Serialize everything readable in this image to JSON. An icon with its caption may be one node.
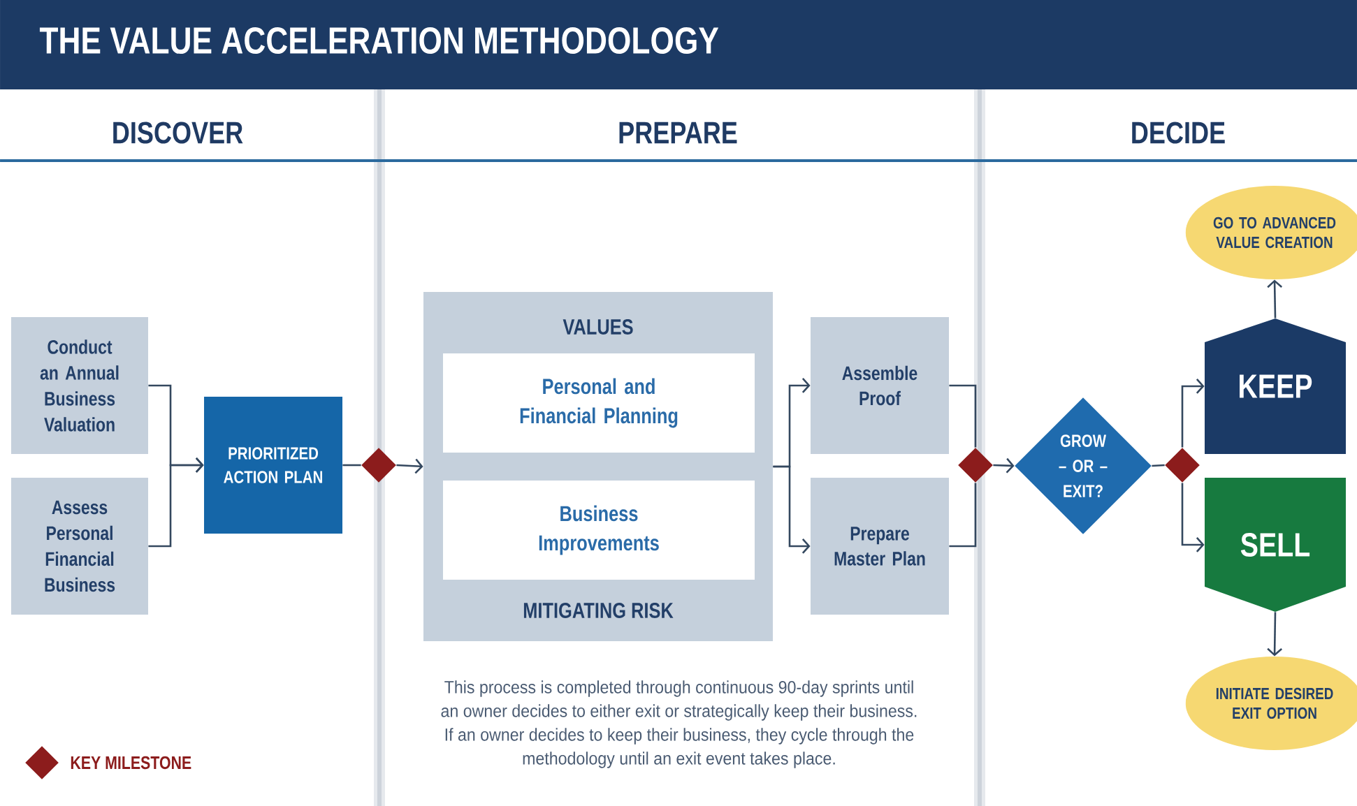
{
  "diagram": {
    "title": "THE VALUE ACCELERATION METHODOLOGY",
    "nodes": [
      {
        "text": [
          "Conduct an Annual Business Valuation"
        ]
      },
      {
        "text": [
          "Assess Personal Financial Business"
        ]
      },
      {
        "text": [
          "PRIORITIZED ACTION PLAN"
        ]
      },
      {
        "text": [],
        "shape": "diamond"
      },
      {
        "text": [
          "VALUES",
          "MITIGATING RISK"
        ]
      },
      {
        "text": [
          "Personal and Financial Planning"
        ],
        "in": 4
      },
      {
        "text": [
          "Business Improvements"
        ],
        "in": 4
      },
      {
        "text": [
          "Assemble Proof"
        ]
      },
      {
        "text": [
          "Prepare Master Plan"
        ]
      },
      {
        "text": [],
        "shape": "diamond"
      },
      {
        "text": [
          "GROW – OR – EXIT?"
        ]
      },
      {
        "text": [],
        "shape": "diamond"
      },
      {
        "text": [
          "KEEP"
        ]
      },
      {
        "text": [
          "SELL"
        ]
      },
      {
        "text": [
          "GO TO ADVANCED VALUE CREATION"
        ]
      },
      {
        "text": [
          "INITIATE DESIRED EXIT OPTION"
        ]
      }
    ],
    "edges": [
      {
        "from": 0,
        "to": 2,
        "arrow": "to"
      },
      {
        "from": 1,
        "to": 2,
        "arrow": "to"
      },
      {
        "from": 2,
        "to": 3,
        "arrow": "none"
      },
      {
        "from": 3,
        "to": 4,
        "arrow": "to"
      },
      {
        "from": 4,
        "to": 7,
        "arrow": "to"
      },
      {
        "from": 4,
        "to": 8,
        "arrow": "to"
      },
      {
        "from": 7,
        "to": 9,
        "arrow": "none"
      },
      {
        "from": 8,
        "to": 9,
        "arrow": "none"
      },
      {
        "from": 9,
        "to": 10,
        "arrow": "to"
      },
      {
        "from": 10,
        "to": 11,
        "arrow": "none"
      },
      {
        "from": 11,
        "to": 12,
        "arrow": "to"
      },
      {
        "from": 11,
        "to": 13,
        "arrow": "to"
      },
      {
        "from": 12,
        "to": 14,
        "arrow": "to"
      },
      {
        "from": 13,
        "to": 15,
        "arrow": "to"
      }
    ],
    "labels": [
      "DISCOVER",
      "PREPARE",
      "DECIDE",
      "This process is completed through continuous 90-day sprints until an owner decides to either exit or strategically keep their business. If an owner decides to keep their business, they cycle through the methodology until an exit event takes place."
    ],
    "legend": [
      {
        "text": "KEY MILESTONE",
        "color": "#8c1c1c"
      }
    ]
  }
}
